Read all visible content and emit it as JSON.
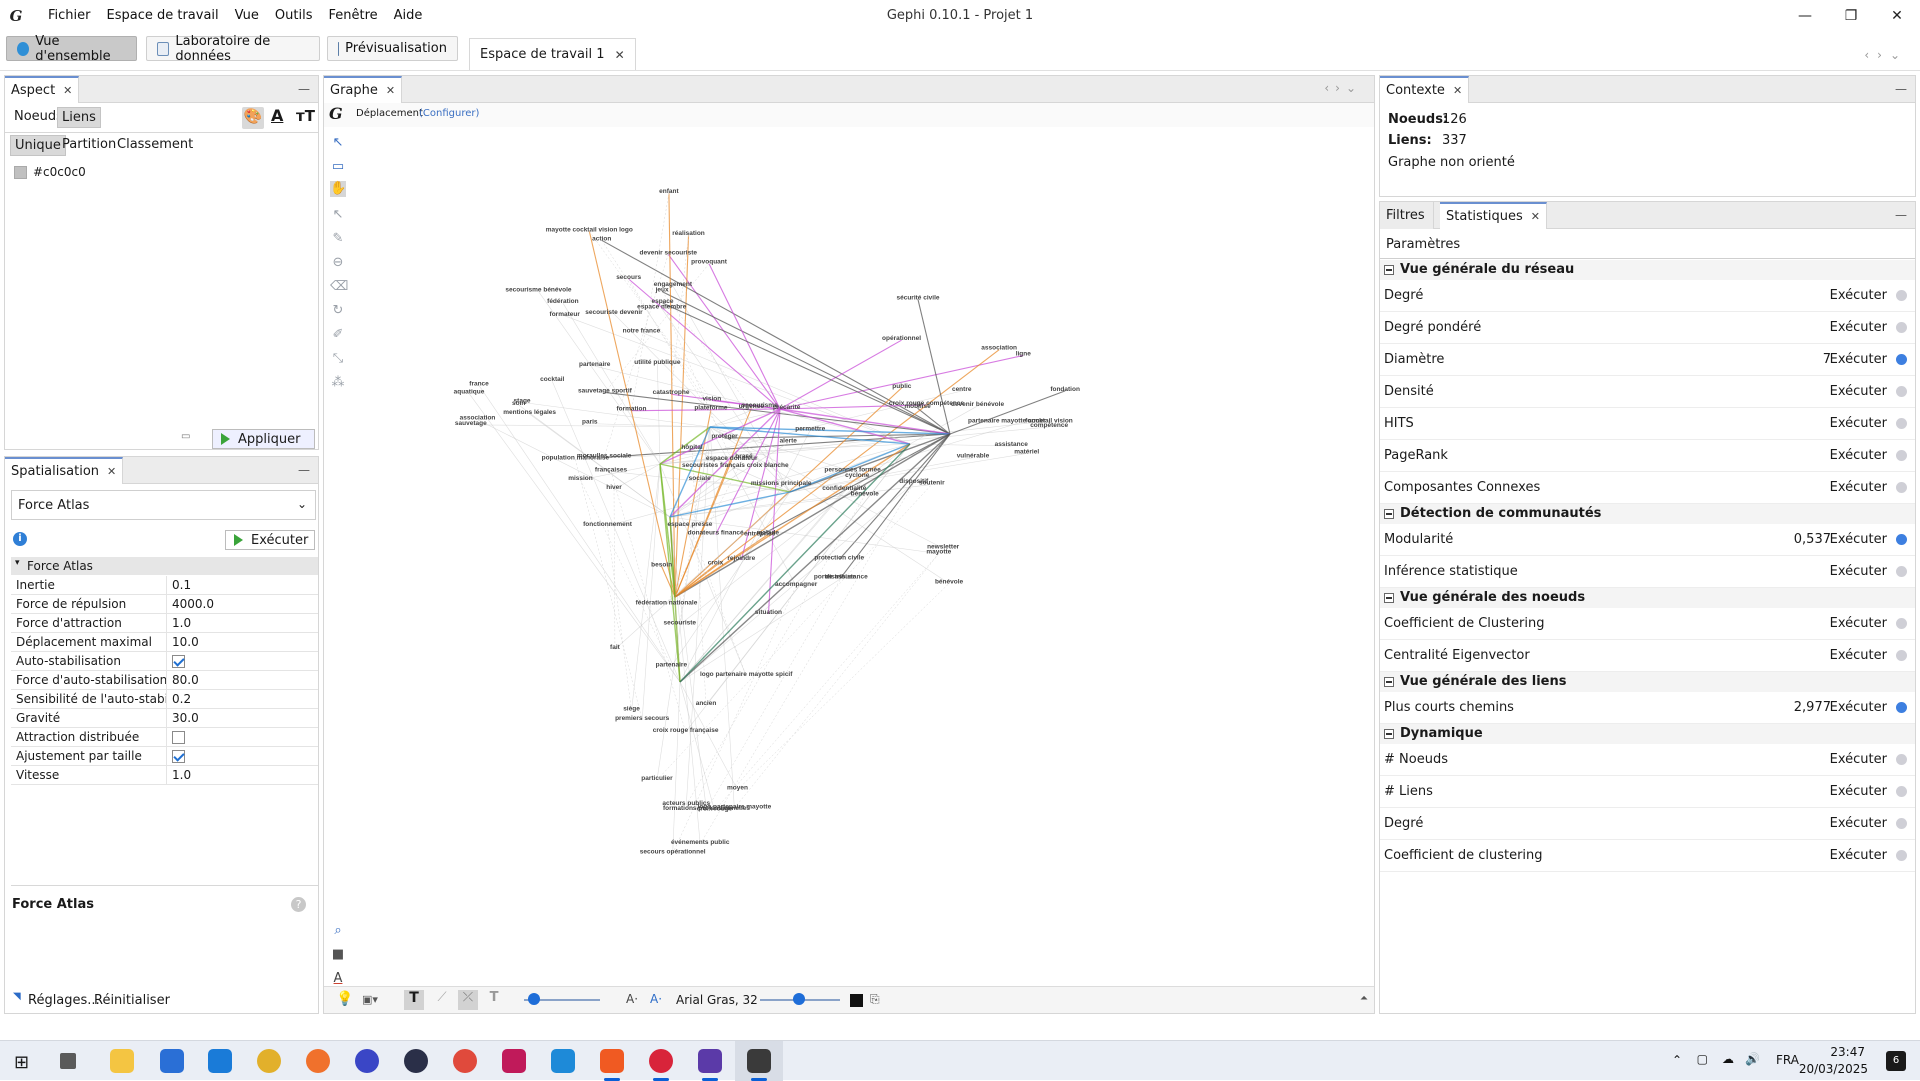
{
  "app": {
    "title": "Gephi 0.10.1 - Projet 1",
    "menu": [
      "Fichier",
      "Espace de travail",
      "Vue",
      "Outils",
      "Fenêtre",
      "Aide"
    ],
    "window_buttons": [
      "—",
      "❐",
      "✕"
    ]
  },
  "workspace_bar": {
    "buttons": [
      "Vue d'ensemble",
      "Laboratoire de données",
      "Prévisualisation"
    ],
    "active": "Vue d'ensemble",
    "tab": "Espace de travail 1"
  },
  "aspect": {
    "title": "Aspect",
    "mode_tabs": [
      "Noeuds",
      "Liens"
    ],
    "active_mode": "Liens",
    "sub_tabs": [
      "Unique",
      "Partition",
      "Classement"
    ],
    "active_sub": "Unique",
    "color_value": "#c0c0c0",
    "apply": "Appliquer"
  },
  "layout": {
    "title": "Spatialisation",
    "algorithm": "Force Atlas",
    "run": "Exécuter",
    "group": "Force Atlas",
    "properties": [
      {
        "key": "Inertie",
        "value": "0.1"
      },
      {
        "key": "Force de répulsion",
        "value": "4000.0"
      },
      {
        "key": "Force d'attraction",
        "value": "1.0"
      },
      {
        "key": "Déplacement maximal",
        "value": "10.0"
      },
      {
        "key": "Auto-stabilisation",
        "value": ""
      },
      {
        "key": "Force d'auto-stabilisation",
        "value": "80.0"
      },
      {
        "key": "Sensibilité de l'auto-stabilisa",
        "value": "0.2"
      },
      {
        "key": "Gravité",
        "value": "30.0"
      },
      {
        "key": "Attraction distribuée",
        "value": ""
      },
      {
        "key": "Ajustement par taille",
        "value": ""
      },
      {
        "key": "Vitesse",
        "value": "1.0"
      }
    ],
    "checked": {
      "Auto-stabilisation": true,
      "Attraction distribuée": false,
      "Ajustement par taille": true
    },
    "footer_title": "Force Atlas",
    "presets": "Réglages...",
    "reset": "Réinitialiser"
  },
  "graph": {
    "title": "Graphe",
    "tool": "Déplacement",
    "configure": "(Configurer)",
    "font_label": "Arial Gras, 32"
  },
  "context": {
    "title": "Contexte",
    "nodes_label": "Noeuds:",
    "nodes": "126",
    "edges_label": "Liens:",
    "edges": "337",
    "type": "Graphe non orienté"
  },
  "stats": {
    "tabs": [
      "Filtres",
      "Statistiques"
    ],
    "active_tab": "Statistiques",
    "params": "Paramètres",
    "run_label": "Exécuter",
    "sections": [
      {
        "title": "Vue générale du réseau",
        "rows": [
          {
            "name": "Degré",
            "value": ""
          },
          {
            "name": "Degré pondéré",
            "value": ""
          },
          {
            "name": "Diamètre",
            "value": "7"
          },
          {
            "name": "Densité",
            "value": ""
          },
          {
            "name": "HITS",
            "value": ""
          },
          {
            "name": "PageRank",
            "value": ""
          },
          {
            "name": "Composantes Connexes",
            "value": ""
          }
        ]
      },
      {
        "title": "Détection de communautés",
        "rows": [
          {
            "name": "Modularité",
            "value": "0,537"
          },
          {
            "name": "Inférence statistique",
            "value": ""
          }
        ]
      },
      {
        "title": "Vue générale des noeuds",
        "rows": [
          {
            "name": "Coefficient de Clustering",
            "value": ""
          },
          {
            "name": "Centralité Eigenvector",
            "value": ""
          }
        ]
      },
      {
        "title": "Vue générale des liens",
        "rows": [
          {
            "name": "Plus courts chemins",
            "value": "2,977"
          }
        ]
      },
      {
        "title": "Dynamique",
        "rows": [
          {
            "name": "# Noeuds",
            "value": ""
          },
          {
            "name": "# Liens",
            "value": ""
          },
          {
            "name": "Degré",
            "value": ""
          },
          {
            "name": "Coefficient de clustering",
            "value": ""
          }
        ]
      }
    ]
  },
  "network_labels": [
    "devenir secouriste",
    "secourisme bénévole",
    "stage",
    "moraulles sociale",
    "sociale",
    "missions principale",
    "malade",
    "secouriste",
    "moyen",
    "ligne",
    "centre",
    "bénévole",
    "action",
    "engagement",
    "soin",
    "plateforme",
    "fonctionnement",
    "permettre",
    "rejoindre",
    "siège",
    "acteurs publics",
    "mobilisé",
    "vulnérable",
    "bénévole",
    "réalisation",
    "notre france",
    "france",
    "catastrophe",
    "mission",
    "personnes formée",
    "protection civile",
    "partenaire",
    "événements public",
    "association",
    "devenir bénévole",
    "dispositif",
    "secours",
    "utilité publique",
    "paris",
    "protéger",
    "hôpital",
    "alerte",
    "besoin",
    "ancien",
    "secours opérationnel",
    "opérationnel",
    "former",
    "accompagner",
    "jeux",
    "secouriste devenir",
    "association",
    "urgence",
    "population mahoraise",
    "cyclone",
    "situation",
    "premiers secours",
    "particulier",
    "sécurité civile",
    "matériel",
    "soutenir",
    "enfant",
    "formateur",
    "aquatique",
    "formation",
    "brasé",
    "secourisme",
    "entreprise",
    "fédération nationale",
    "formations professionnelles",
    "public",
    "assistance",
    "porter assistance",
    "provoquant",
    "fédération",
    "sauvetage",
    "sauvetage sportif",
    "françaises",
    "secouristes français croix blanche",
    "croix",
    "croix rouge française",
    "croix rouge",
    "croix rouge compétence",
    "compétence",
    "newsletter",
    "espace",
    "espace membre",
    "mentions légales",
    "espace donateur",
    "espace presse",
    "confidentialité",
    "donateurs financé",
    "logo partenaire mayotte spicif",
    "logo partenaire mayotte",
    "fondation",
    "partenaire mayotte cocktail vision",
    "mayotte",
    "mayotte cocktail vision logo",
    "partenaire",
    "cocktail",
    "vision",
    "hiver",
    "précarité",
    "distribuer",
    "fait"
  ],
  "tray": {
    "lang": "FRA",
    "time": "23:47",
    "date": "20/03/2025",
    "notif": "6"
  },
  "colors": {
    "accent": "#3d7fe0",
    "selected_tab": "#6a8fd0",
    "run_green": "#3aa43a"
  }
}
